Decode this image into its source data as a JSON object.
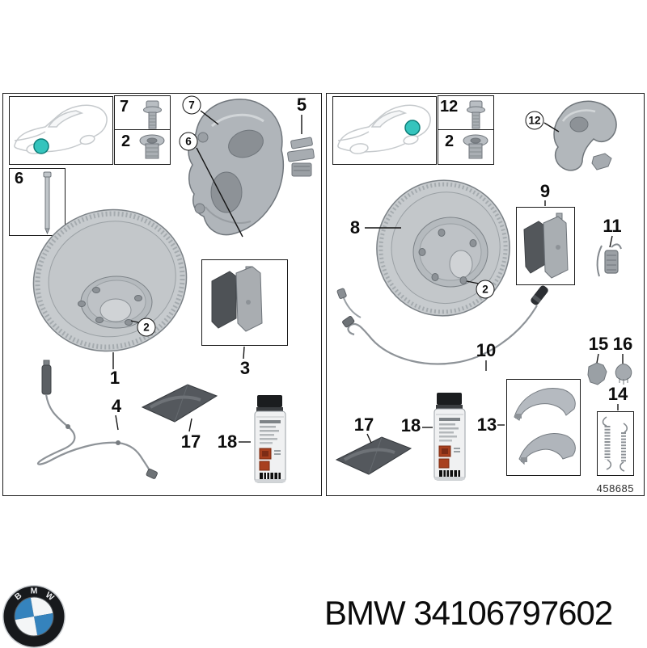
{
  "colors": {
    "highlight": "#35c4bd",
    "logo_blue": "#3583bd"
  },
  "left_panel": {
    "inset_labels": {
      "mount_bolt": "7",
      "screw_plug": "2",
      "guide_pin": "6"
    },
    "callouts": {
      "caliper": "7",
      "guide_pin": "6",
      "wheel_bolt": "2"
    },
    "part_labels": {
      "retaining_spring": "5",
      "brake_disc": "1",
      "wear_sensor": "4",
      "brake_pads": "3",
      "grease_pack": "17",
      "spray_can": "18"
    }
  },
  "right_panel": {
    "inset_labels": {
      "mount_bolt": "12",
      "screw_plug": "2"
    },
    "callouts": {
      "carrier": "12",
      "wheel_bolt": "2"
    },
    "part_labels": {
      "brake_disc": "8",
      "brake_pads": "9",
      "wear_sensor": "10",
      "retaining_clip": "11",
      "brake_shoes": "13",
      "spring_set": "14",
      "bracket": "15",
      "grommet": "16",
      "grease_pack": "17",
      "spray_can": "18"
    },
    "diagram_id": "458685"
  },
  "footer": {
    "part_text": "BMW 34106797602",
    "logo_letters": [
      "B",
      "M",
      "W"
    ]
  }
}
